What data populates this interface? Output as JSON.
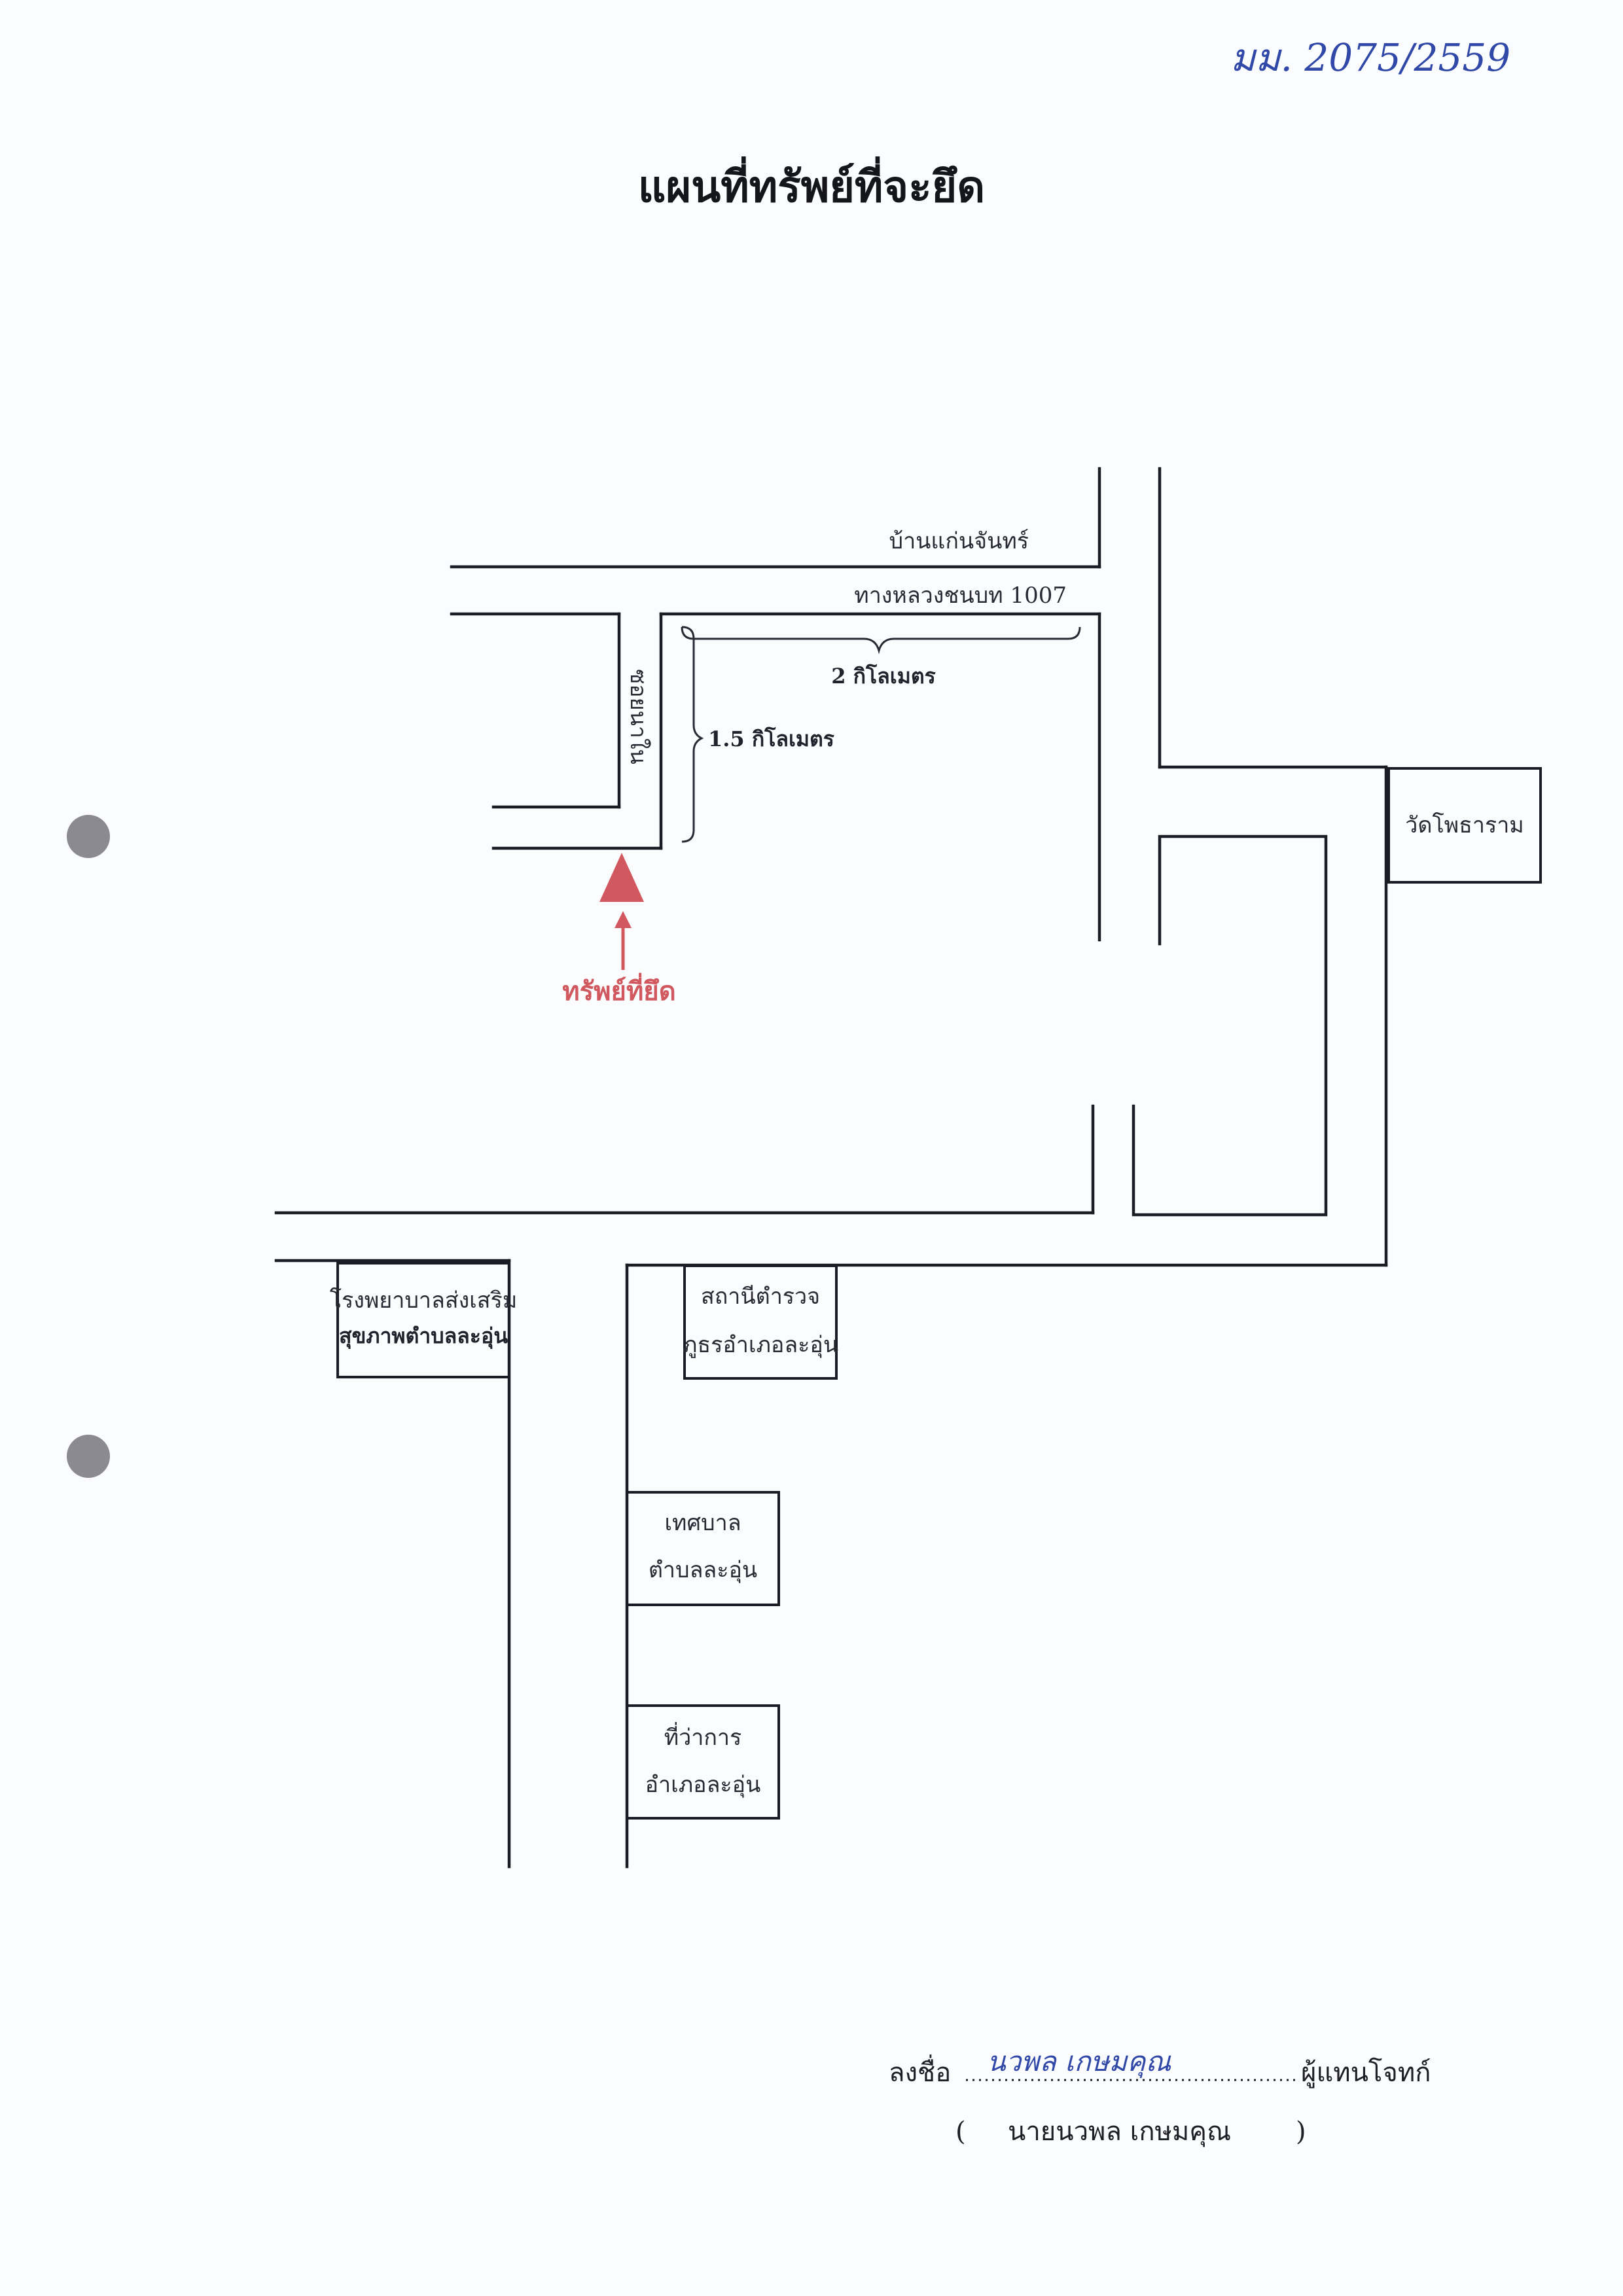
{
  "document": {
    "ref_number": "มม. 2075/2559",
    "title": "แผนที่ทรัพย์ที่จะยึด"
  },
  "map": {
    "village": "บ้านแก่นจันทร์",
    "highway": "ทางหลวงชนบท 1007",
    "soi": "ซอยนาใน",
    "distance_horizontal": "2 กิโลเมตร",
    "distance_vertical": "1.5 กิโลเมตร",
    "property_marker": "ทรัพย์ที่ยึด",
    "temple": "วัดโพธาราม",
    "hospital_line1": "โรงพยาบาลส่งเสริม",
    "hospital_line2": "สุขภาพตำบลละอุ่น",
    "police_line1": "สถานีตำรวจ",
    "police_line2": "ภูธรอำเภอละอุ่น",
    "municipality_line1": "เทศบาล",
    "municipality_line2": "ตำบลละอุ่น",
    "district_office_line1": "ที่ว่าการ",
    "district_office_line2": "อำเภอละอุ่น",
    "marker_color": "#d0585e"
  },
  "signature": {
    "sign_label": "ลงชื่อ",
    "signature_handwritten": "นวพล เกษมคุณ",
    "role": "ผู้แทนโจทก์",
    "name_parenthetical": "นายนวพล เกษมคุณ"
  }
}
